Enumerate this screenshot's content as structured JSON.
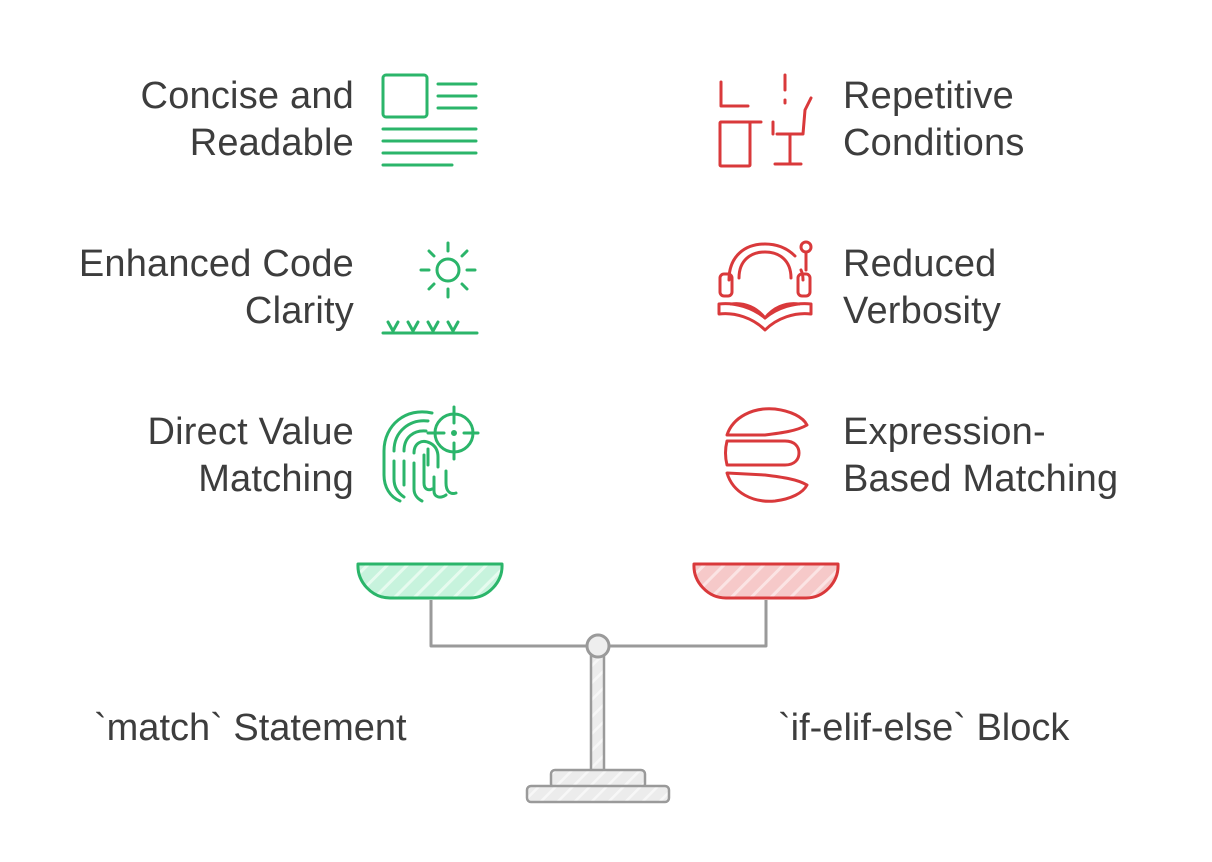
{
  "header": {
    "title_partial": ""
  },
  "left_side": {
    "label": "`match` Statement",
    "color": "#2bb56a",
    "items": [
      {
        "line1": "Concise and",
        "line2": "Readable",
        "icon": "document-layout-icon"
      },
      {
        "line1": "Enhanced Code",
        "line2": "Clarity",
        "icon": "sun-over-grass-icon"
      },
      {
        "line1": "Direct Value",
        "line2": "Matching",
        "icon": "fingerprint-target-icon"
      }
    ]
  },
  "right_side": {
    "label": "`if-elif-else` Block",
    "color": "#d9393b",
    "items": [
      {
        "line1": "Repetitive",
        "line2": "Conditions",
        "icon": "repeated-chairs-icon"
      },
      {
        "line1": "Reduced",
        "line2": "Verbosity",
        "icon": "reading-headset-icon"
      },
      {
        "line1": "Expression-",
        "line2": "Based Matching",
        "icon": "split-shapes-icon"
      }
    ]
  },
  "scale": {
    "icon": "balance-scale-icon",
    "colors": {
      "left_pan": "#2bb56a",
      "right_pan": "#d9393b",
      "beam": "#9a9a9a"
    }
  }
}
